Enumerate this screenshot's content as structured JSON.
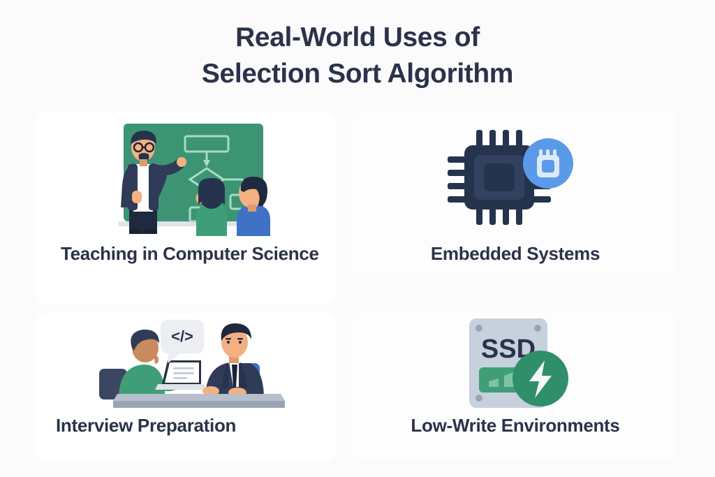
{
  "title": {
    "line1": "Real-World Uses of",
    "line2": "Selection Sort Algorithm"
  },
  "cards": [
    {
      "id": "teaching-in-computer-science",
      "label": "Teaching in Computer Science",
      "illustration": "classroom-teacher-chalkboard-flowchart"
    },
    {
      "id": "embedded-systems",
      "label": "Embedded Systems",
      "illustration": "microchip-with-memory-badge"
    },
    {
      "id": "interview-preparation",
      "label": "Interview Preparation",
      "illustration": "two-people-desk-laptop-code-bubble"
    },
    {
      "id": "low-write-environments",
      "label": "Low-Write Environments",
      "illustration": "ssd-drive-with-lightning-badge"
    }
  ],
  "ssd": {
    "drive_label": "SSD"
  },
  "code_bubble": {
    "glyph": "</>"
  },
  "colors": {
    "page_background": "#fbfbfc",
    "card_background": "#ffffff",
    "heading_navy": "#2b3249",
    "navy_dark": "#26334d",
    "navy_mid": "#33415c",
    "board_green": "#3d9475",
    "mint_outline": "#a8dcc4",
    "accent_blue": "#4a90e2",
    "accent_blue_light": "#5b9ae8",
    "shirt_blue": "#3f72c4",
    "shirt_green": "#3f9e78",
    "skin_light": "#f3b182",
    "skin_mid": "#c98a5e",
    "ssd_body": "#c7d0dd",
    "ssd_green": "#3f9e78",
    "bolt_green": "#2f8f6b",
    "desk_gray": "#9aa5b4",
    "bubble_gray": "#eceef2"
  }
}
